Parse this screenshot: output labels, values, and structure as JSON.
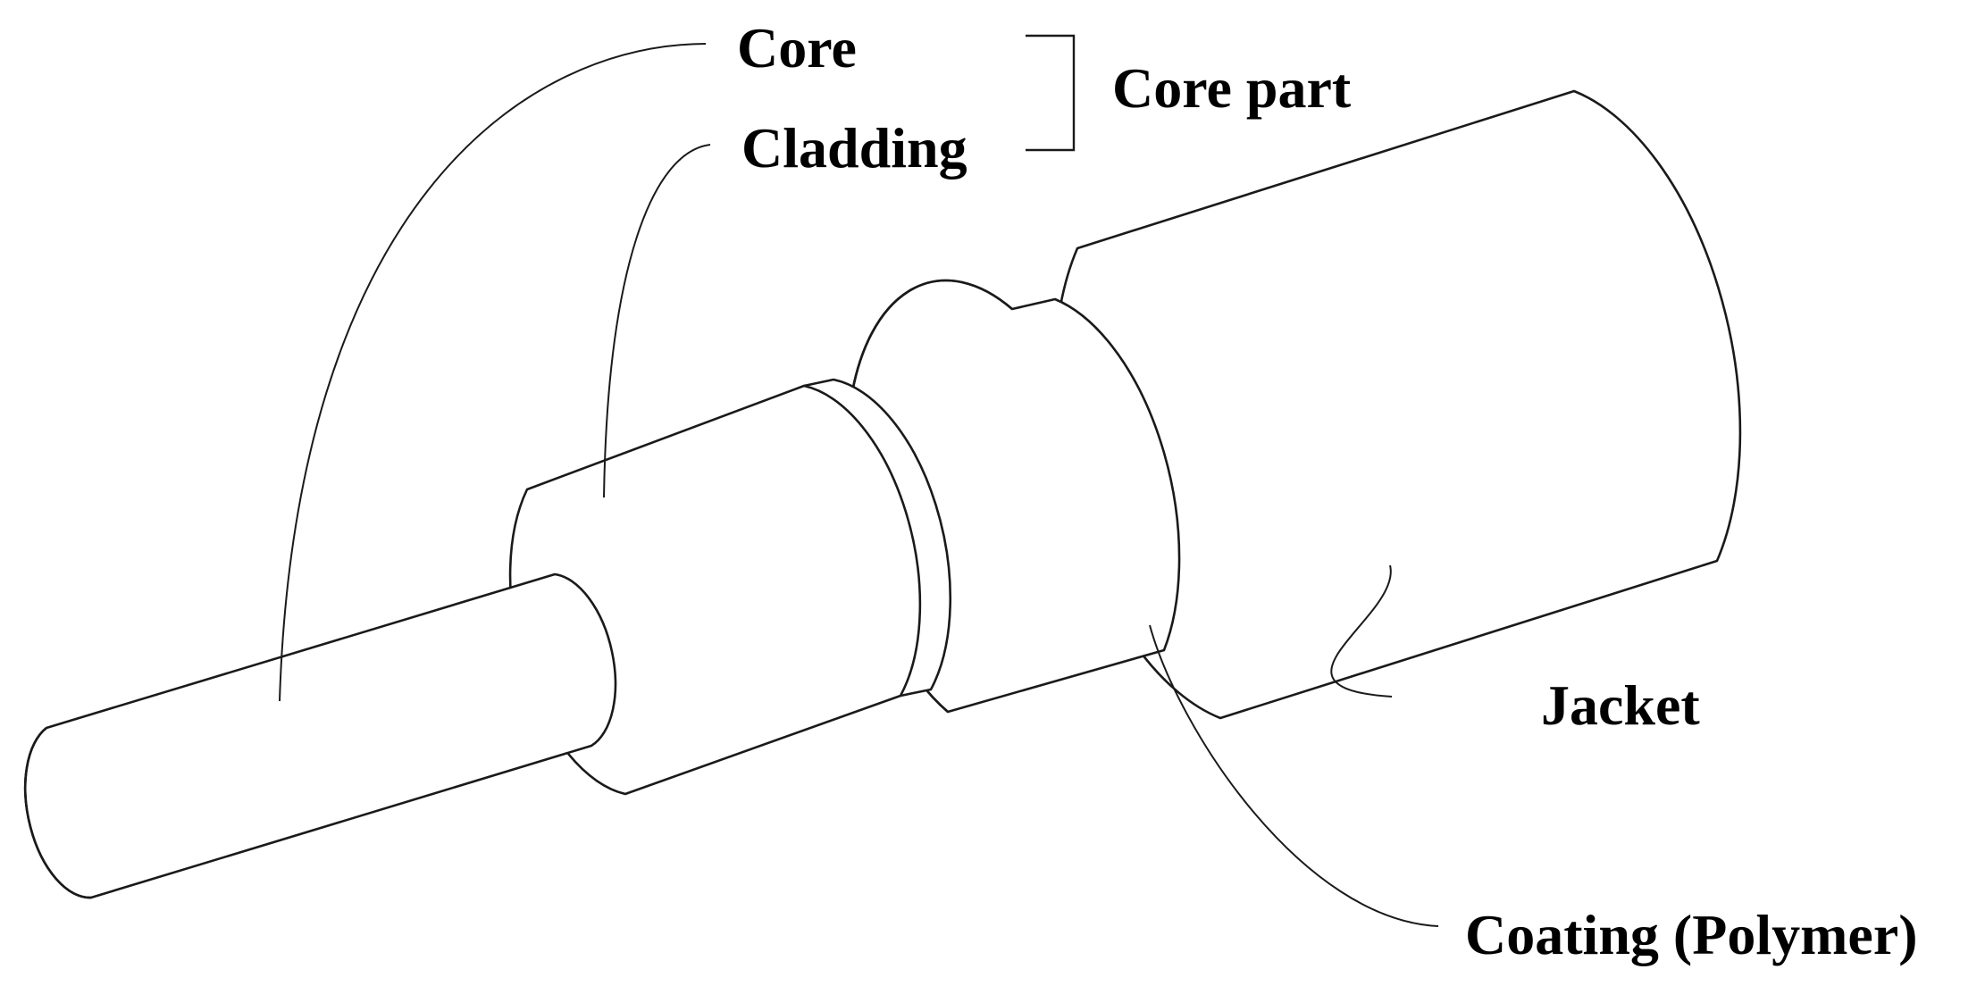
{
  "labels": {
    "core": "Core",
    "cladding": "Cladding",
    "core_part": "Core part",
    "jacket": "Jacket",
    "coating": "Coating (Polymer)"
  },
  "colors": {
    "stroke": "#1a1a1a",
    "fill": "#ffffff",
    "text": "#000000"
  }
}
